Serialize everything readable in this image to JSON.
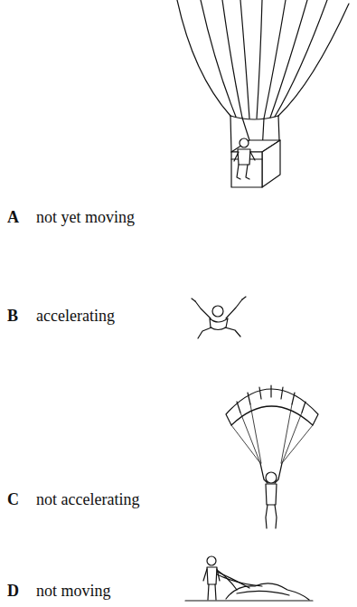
{
  "diagram": {
    "labels": [
      "A",
      "not yet moving",
      "B",
      "accelerating",
      "C",
      "not accelerating",
      "D",
      "not moving"
    ]
  }
}
